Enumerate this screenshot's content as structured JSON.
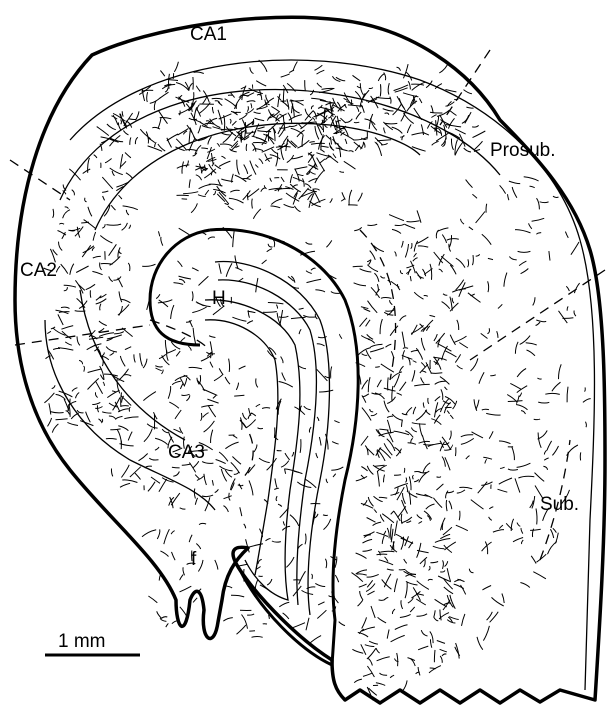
{
  "labels": {
    "ca1": "CA1",
    "ca2": "CA2",
    "ca3": "CA3",
    "prosub": "Prosub.",
    "sub": "Sub.",
    "hilus": "H",
    "fimbria": "f"
  },
  "scale_bar": {
    "label": "1 mm"
  },
  "colors": {
    "ink": "#000000",
    "background": "#ffffff"
  }
}
